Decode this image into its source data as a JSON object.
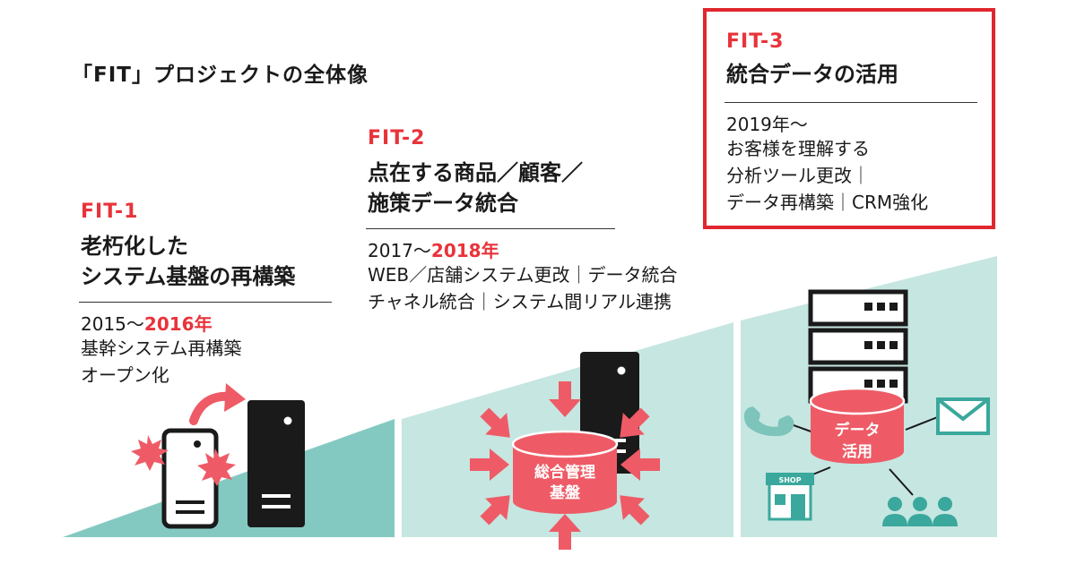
{
  "title": "「FIT」プロジェクトの全体像",
  "colors": {
    "accent_red": "#e8333a",
    "frame_red": "#e0262e",
    "teal_light": "#c6e6e1",
    "teal_dark": "#84c9c1",
    "pink": "#ee5b66",
    "black": "#1a1a1a"
  },
  "phases": [
    {
      "id": "FIT-1",
      "title_lines": [
        "老朽化した",
        "システム基盤の再構築"
      ],
      "period_start": "2015～",
      "period_highlight": "2016年",
      "details": [
        "基幹システム再構築",
        "オープン化"
      ]
    },
    {
      "id": "FIT-2",
      "title_lines": [
        "点在する商品／顧客／",
        "施策データ統合"
      ],
      "period_start": "2017～",
      "period_highlight": "2018年",
      "details": [
        "WEB／店舗システム更改｜データ統合",
        "チャネル統合｜システム間リアル連携"
      ]
    },
    {
      "id": "FIT-3",
      "title_lines": [
        "統合データの活用"
      ],
      "period_start": "2019年～",
      "period_highlight": "",
      "details": [
        "お客様を理解する",
        "分析ツール更改｜",
        "データ再構築｜CRM強化"
      ]
    }
  ],
  "illustrations": {
    "fit2_db_label_lines": [
      "総合管理",
      "基盤"
    ],
    "fit3_db_label_lines": [
      "データ",
      "活用"
    ],
    "shop_sign": "SHOP",
    "icons": [
      "legacy-server-icon",
      "new-server-icon",
      "burst-icon",
      "migration-arrow-icon",
      "database-icon",
      "server-rack-icon",
      "phone-icon",
      "mail-icon",
      "shop-icon",
      "people-icon"
    ]
  }
}
